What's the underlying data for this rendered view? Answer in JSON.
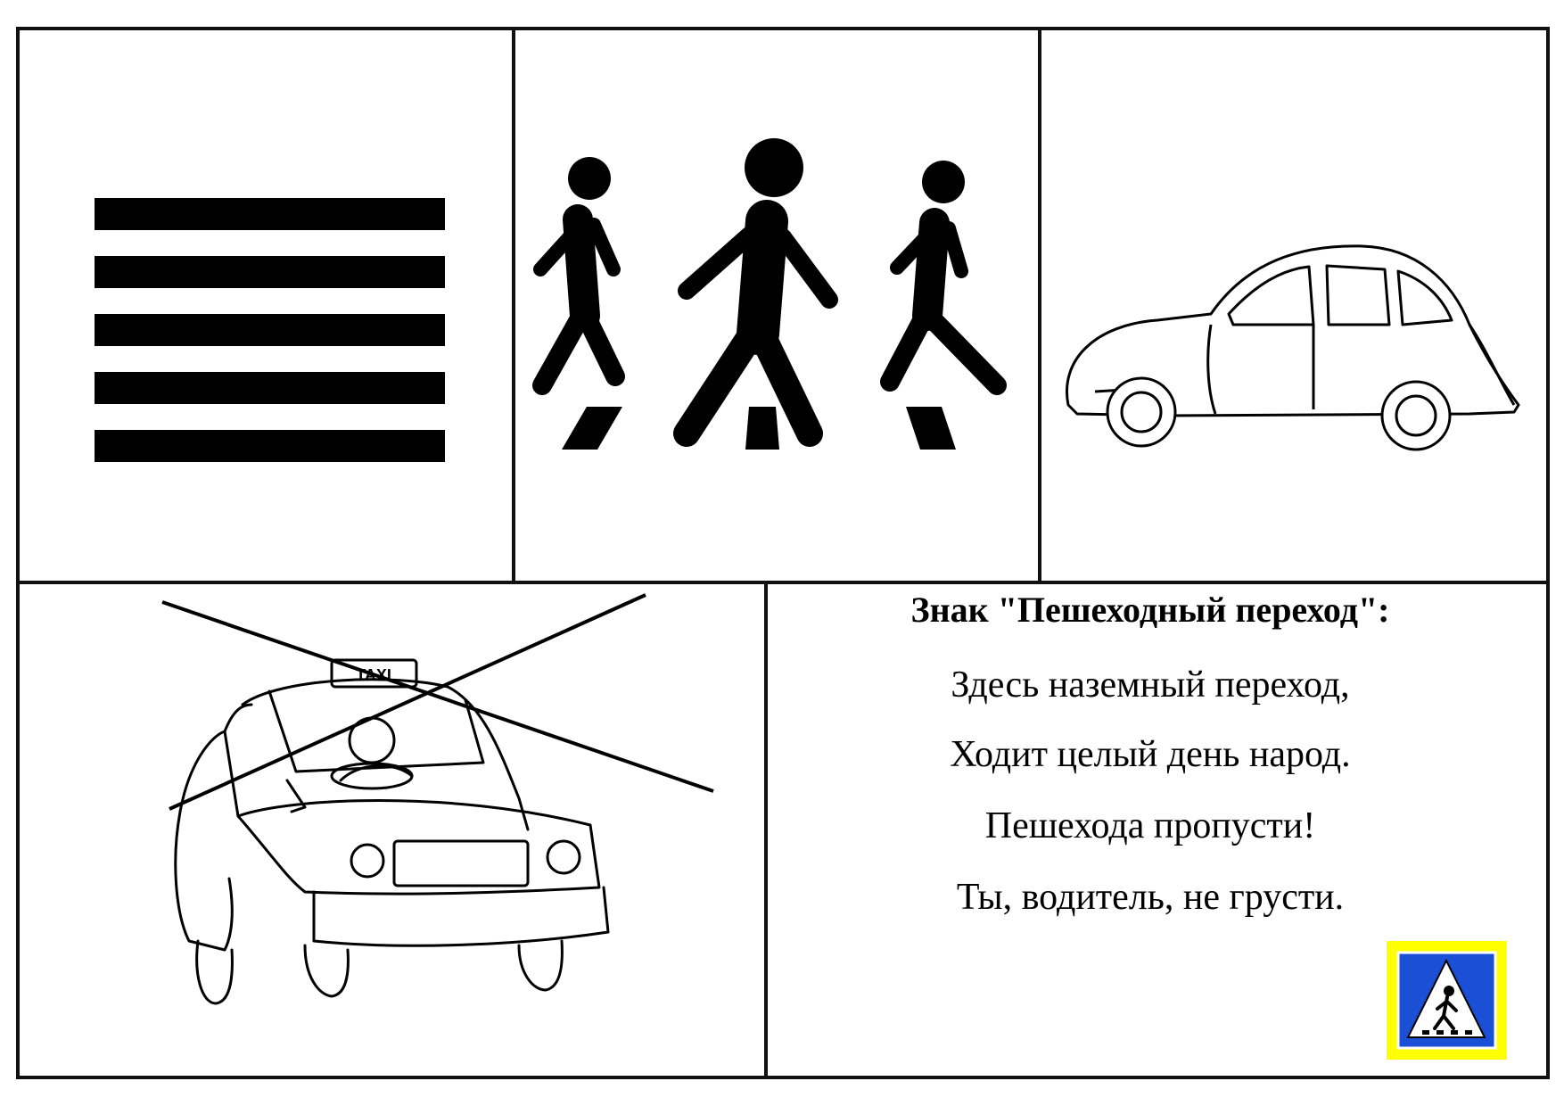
{
  "panels": {
    "crossing_stripes": {
      "stripe_count": 5,
      "color": "#000000"
    },
    "pedestrians": {
      "figure_count": 3,
      "color": "#000000"
    },
    "car": {
      "style": "outline"
    },
    "taxi": {
      "roof_sign": "TAXI",
      "crossed_out": true
    }
  },
  "poem": {
    "title": "Знак \"Пешеходный переход\":",
    "lines": [
      "Здесь наземный переход,",
      "Ходит целый день народ.",
      "Пешехода пропусти!",
      "Ты, водитель, не грусти."
    ]
  },
  "sign": {
    "border_color": "#ffff00",
    "background_color": "#1a4fd6",
    "triangle_color": "#ffffff",
    "icon": "pedestrian-crossing-sign-icon"
  }
}
